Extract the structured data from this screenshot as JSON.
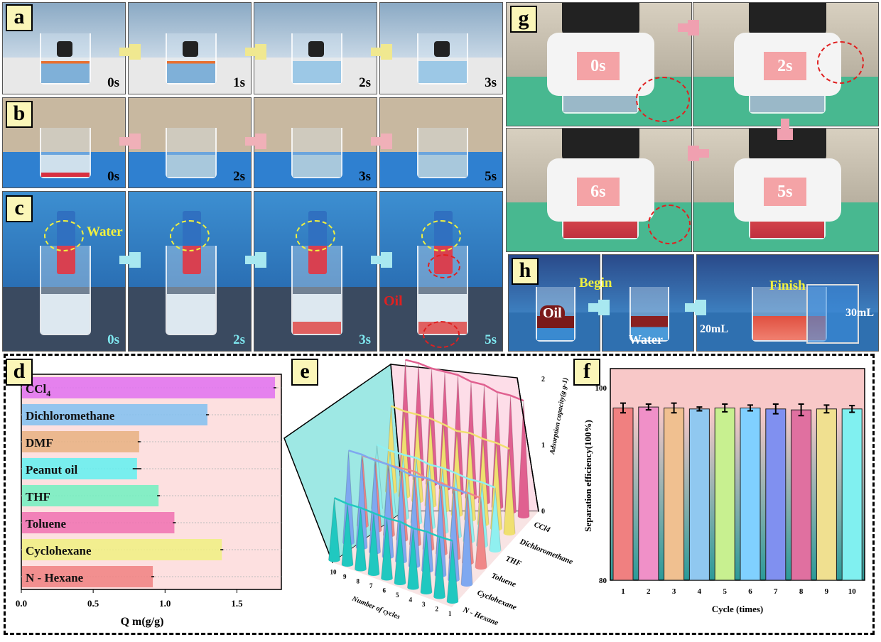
{
  "panels": {
    "a": "a",
    "b": "b",
    "c": "c",
    "d": "d",
    "e": "e",
    "f": "f",
    "g": "g",
    "h": "h"
  },
  "row_a": {
    "times": [
      "0s",
      "1s",
      "2s",
      "3s"
    ]
  },
  "row_b": {
    "times": [
      "0s",
      "2s",
      "3s",
      "5s"
    ]
  },
  "row_c": {
    "times": [
      "0s",
      "2s",
      "3s",
      "5s"
    ],
    "water_label": "Water",
    "oil_label": "Oil"
  },
  "panel_g": {
    "times": [
      "0s",
      "2s",
      "6s",
      "5s"
    ]
  },
  "panel_h": {
    "oil": "Oil",
    "begin": "Begin",
    "water": "Water",
    "finish": "Finish",
    "vol1": "20mL",
    "vol2": "30mL"
  },
  "colors": {
    "water_blue": "#3d8fd1",
    "oil_red": "#d8353a",
    "label_bg": "#fbf6b8"
  },
  "chart_data": [
    {
      "type": "bar",
      "orientation": "horizontal",
      "panel": "d",
      "categories": [
        "CCl4",
        "Dichloromethane",
        "DMF",
        "Peanut oil",
        "THF",
        "Toluene",
        "Cyclohexane",
        "N - Hexane"
      ],
      "category_display": {
        "base": "CCl",
        "sub": "4"
      },
      "values": [
        1.76,
        1.29,
        0.815,
        0.8,
        0.95,
        1.06,
        1.39,
        0.91
      ],
      "errors": [
        0.01,
        0.01,
        0.01,
        0.03,
        0.01,
        0.01,
        0.01,
        0.01
      ],
      "colors": [
        "#e070f0",
        "#80c0f0",
        "#e8b080",
        "#60f0f0",
        "#70f0c0",
        "#f070b0",
        "#f0f080",
        "#f08080"
      ],
      "xlabel": "Q m(g/g)",
      "xlim": [
        0,
        1.8
      ],
      "xticks": [
        "0.0",
        "0.5",
        "1.0",
        "1.5"
      ]
    },
    {
      "type": "3d-bar",
      "panel": "e",
      "series": [
        {
          "name": "N - Hexane",
          "color": "#20c8c0",
          "values": [
            0.92,
            0.91,
            0.92,
            0.9,
            0.93,
            0.91,
            0.92,
            0.93,
            0.92,
            0.94
          ]
        },
        {
          "name": "Cyclohexane",
          "color": "#7fa8f0",
          "values": [
            1.38,
            1.39,
            1.37,
            1.4,
            1.36,
            1.38,
            1.4,
            1.39,
            1.41,
            1.4
          ]
        },
        {
          "name": "Toluene",
          "color": "#f08888",
          "values": [
            1.05,
            1.06,
            1.04,
            1.07,
            1.05,
            1.1,
            1.08,
            1.06,
            1.07,
            1.06
          ]
        },
        {
          "name": "THF",
          "color": "#90f0f0",
          "values": [
            0.95,
            0.96,
            0.94,
            0.96,
            0.97,
            0.95,
            0.98,
            0.96,
            0.95,
            0.97
          ]
        },
        {
          "name": "Dichloromethane",
          "color": "#f0e070",
          "values": [
            1.28,
            1.3,
            1.29,
            1.31,
            1.27,
            1.3,
            1.32,
            1.31,
            1.29,
            1.3
          ]
        },
        {
          "name": "CCl4",
          "color": "#e06090",
          "values": [
            1.75,
            1.76,
            1.74,
            1.78,
            1.76,
            1.79,
            1.77,
            1.75,
            1.76,
            1.74
          ]
        }
      ],
      "x": [
        1,
        2,
        3,
        4,
        5,
        6,
        7,
        8,
        9,
        10
      ],
      "xlabel": "Number of cycles",
      "zlabel": "Adsorption capacity(g g-1)",
      "zlim": [
        0,
        2
      ],
      "zticks": [
        "0",
        "1",
        "2"
      ],
      "category_labels": [
        "N - Hexane",
        "Cyclohexane",
        "Toluene",
        "THF",
        "Dichloromethane",
        "CCl4"
      ]
    },
    {
      "type": "bar",
      "panel": "f",
      "categories": [
        "1",
        "2",
        "3",
        "4",
        "5",
        "6",
        "7",
        "8",
        "9",
        "10"
      ],
      "values": [
        97.9,
        98.0,
        97.9,
        97.8,
        97.9,
        97.9,
        97.8,
        97.7,
        97.8,
        97.8
      ],
      "errors": [
        0.5,
        0.3,
        0.5,
        0.2,
        0.4,
        0.3,
        0.5,
        0.6,
        0.4,
        0.35
      ],
      "colors": [
        "#f08080",
        "#f090c8",
        "#f0c090",
        "#90c8f0",
        "#c8f090",
        "#80d0ff",
        "#8090f0",
        "#e070a0",
        "#f0e090",
        "#80f0f0"
      ],
      "xlabel": "Cycle (times)",
      "ylabel": "Separation efficiency(100%)",
      "ylim": [
        80,
        100
      ],
      "yticks": [
        "80",
        "100"
      ]
    }
  ]
}
